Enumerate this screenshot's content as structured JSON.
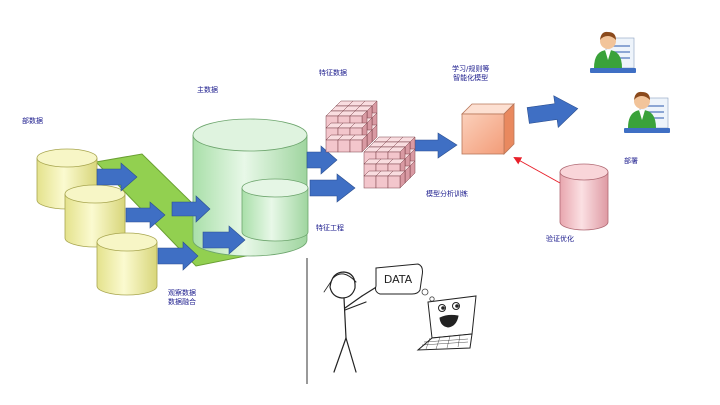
{
  "labels": {
    "edge_data": "部数据",
    "main_data": "主数据",
    "feature_data": "特征数据",
    "model": "学习/规则等\n智能化模型",
    "deploy": "部署",
    "observe_fusion": "观察数据\n数据融合",
    "feature_engineering": "特征工程",
    "model_training": "模型分析训练",
    "verify_optimize": "验证优化",
    "data_sign": "DATA"
  },
  "colors": {
    "cylinder_yellow": "#f2f0a8",
    "cylinder_green": "#c6ecc6",
    "cylinder_pink": "#f5c2c8",
    "arrow_blue": "#3f6fc4",
    "green_band": "#92d050",
    "cube_pink": "#f3c6cc",
    "model_box": "#f7b89a",
    "feedback_red": "#e8202a",
    "label_text": "#1a1a8c"
  },
  "icons": [
    "user-avatar-icon",
    "user-avatar-icon",
    "stick-figure-icon",
    "laptop-face-icon"
  ]
}
